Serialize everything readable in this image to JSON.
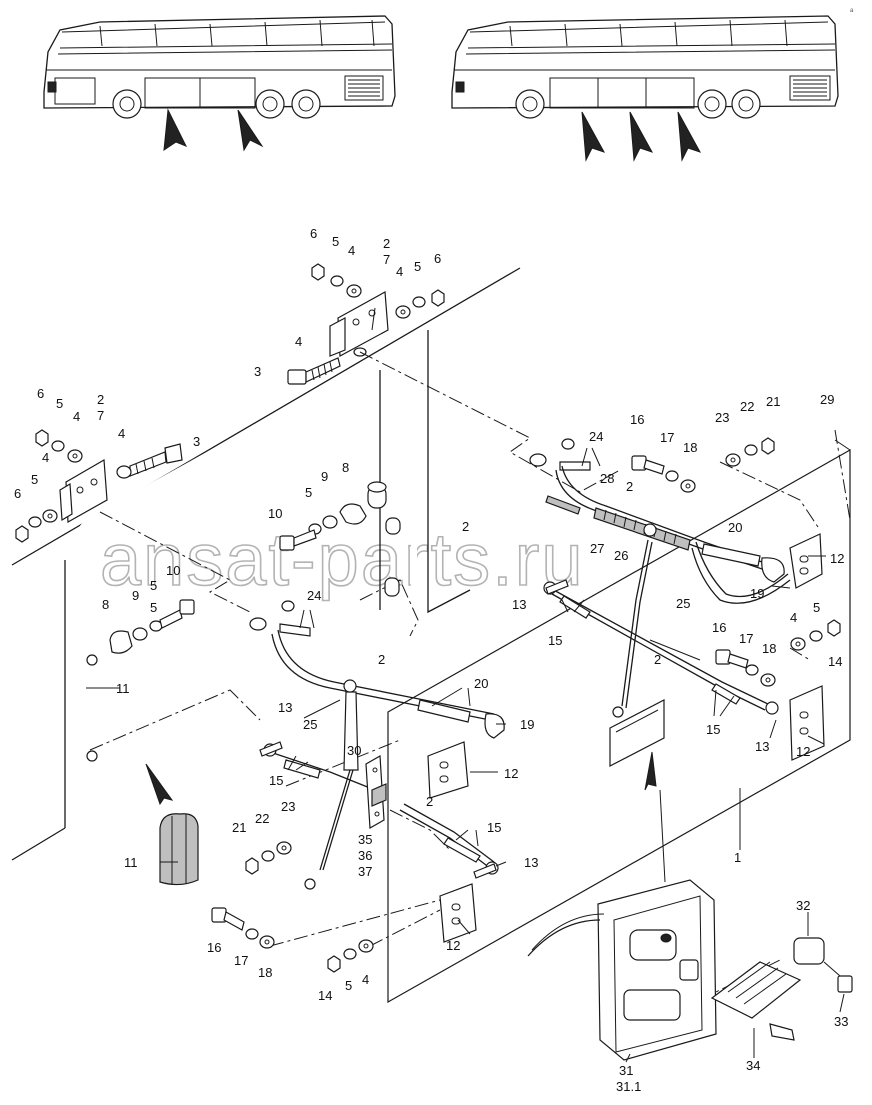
{
  "watermark": "ansat-parts.ru",
  "corner_tag": "a",
  "callouts": [
    {
      "text": "6"
    },
    {
      "text": "5"
    },
    {
      "text": "4"
    },
    {
      "text": "2"
    },
    {
      "text": "7"
    },
    {
      "text": "4"
    },
    {
      "text": "5"
    },
    {
      "text": "6"
    },
    {
      "text": "4"
    },
    {
      "text": "3"
    },
    {
      "text": "6"
    },
    {
      "text": "5"
    },
    {
      "text": "4"
    },
    {
      "text": "2"
    },
    {
      "text": "7"
    },
    {
      "text": "4"
    },
    {
      "text": "3"
    },
    {
      "text": "4"
    },
    {
      "text": "5"
    },
    {
      "text": "6"
    },
    {
      "text": "8"
    },
    {
      "text": "9"
    },
    {
      "text": "5"
    },
    {
      "text": "10"
    },
    {
      "text": "5"
    },
    {
      "text": "10"
    },
    {
      "text": "8"
    },
    {
      "text": "9"
    },
    {
      "text": "5"
    },
    {
      "text": "24"
    },
    {
      "text": "2"
    },
    {
      "text": "24"
    },
    {
      "text": "16"
    },
    {
      "text": "17"
    },
    {
      "text": "18"
    },
    {
      "text": "23"
    },
    {
      "text": "22"
    },
    {
      "text": "21"
    },
    {
      "text": "29"
    },
    {
      "text": "28"
    },
    {
      "text": "2"
    },
    {
      "text": "27"
    },
    {
      "text": "26"
    },
    {
      "text": "20"
    },
    {
      "text": "12"
    },
    {
      "text": "19"
    },
    {
      "text": "25"
    },
    {
      "text": "13"
    },
    {
      "text": "15"
    },
    {
      "text": "11"
    },
    {
      "text": "2"
    },
    {
      "text": "20"
    },
    {
      "text": "19"
    },
    {
      "text": "25"
    },
    {
      "text": "13"
    },
    {
      "text": "15"
    },
    {
      "text": "30"
    },
    {
      "text": "12"
    },
    {
      "text": "4"
    },
    {
      "text": "5"
    },
    {
      "text": "14"
    },
    {
      "text": "16"
    },
    {
      "text": "17"
    },
    {
      "text": "18"
    },
    {
      "text": "2"
    },
    {
      "text": "15"
    },
    {
      "text": "13"
    },
    {
      "text": "12"
    },
    {
      "text": "2"
    },
    {
      "text": "15"
    },
    {
      "text": "13"
    },
    {
      "text": "21"
    },
    {
      "text": "22"
    },
    {
      "text": "23"
    },
    {
      "text": "35"
    },
    {
      "text": "36"
    },
    {
      "text": "37"
    },
    {
      "text": "1"
    },
    {
      "text": "11"
    },
    {
      "text": "16"
    },
    {
      "text": "17"
    },
    {
      "text": "18"
    },
    {
      "text": "12"
    },
    {
      "text": "14"
    },
    {
      "text": "5"
    },
    {
      "text": "4"
    },
    {
      "text": "32"
    },
    {
      "text": "33"
    },
    {
      "text": "34"
    },
    {
      "text": "31"
    },
    {
      "text": "31.1"
    }
  ]
}
